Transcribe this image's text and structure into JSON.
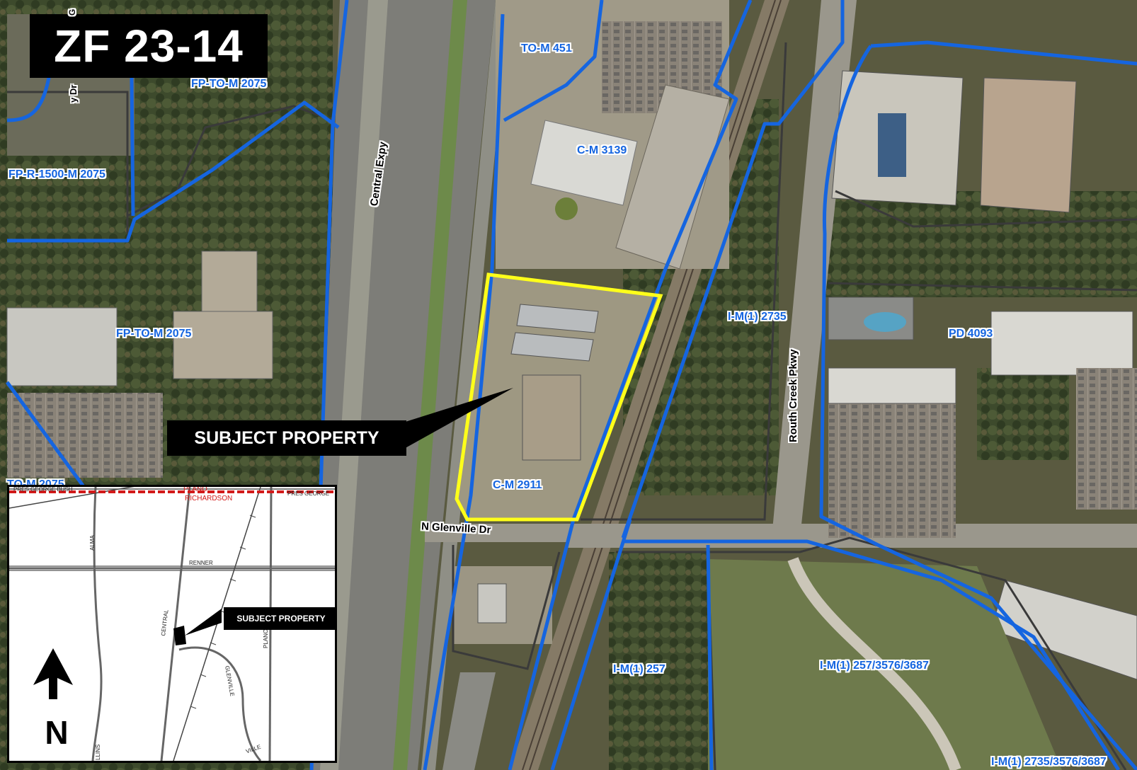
{
  "map": {
    "case_id": "ZF 23-14",
    "subject_label": "SUBJECT PROPERTY",
    "zones": {
      "fp_to_m_top": "FP-TO-M 2075",
      "to_m_451": "TO-M 451",
      "c_m_3139": "C-M 3139",
      "fp_r_1500": "FP-R-1500-M 2075",
      "fp_to_m_mid": "FP-TO-M 2075",
      "i_m_2735": "I-M(1) 2735",
      "pd_4093": "PD 4093",
      "c_m_2911": "C-M 2911",
      "to_m_left": "TO-M 2075",
      "i_m_257": "I-M(1) 257",
      "i_m_257_multi": "I-M(1) 257/3576/3687",
      "i_m_2735_multi": "I-M(1) 2735/3576/3687"
    },
    "roads": {
      "central": "Central Expy",
      "routh_creek": "Routh Creek Pkwy",
      "glenville": "N Glenville Dr",
      "partial_dr": "y Dr",
      "partial_top": "G"
    }
  },
  "inset": {
    "plano": "PLANO",
    "richardson": "RICHARDSON",
    "pres_george_bush_left": "PRES GEORGE BUSH",
    "pres_george_right": "PRES GEORGE",
    "renner": "RENNER",
    "alma": "ALMA",
    "central": "CENTRAL",
    "plano_road": "PLANO",
    "glenville": "GLENVILLE",
    "collins": "LLINS",
    "glenville_partial": "VILLE",
    "subject_label": "SUBJECT PROPERTY",
    "north": "N"
  },
  "colors": {
    "zoning_boundary": "#1565e0",
    "subject_outline": "#ffff1a",
    "label_bg": "#000000"
  }
}
